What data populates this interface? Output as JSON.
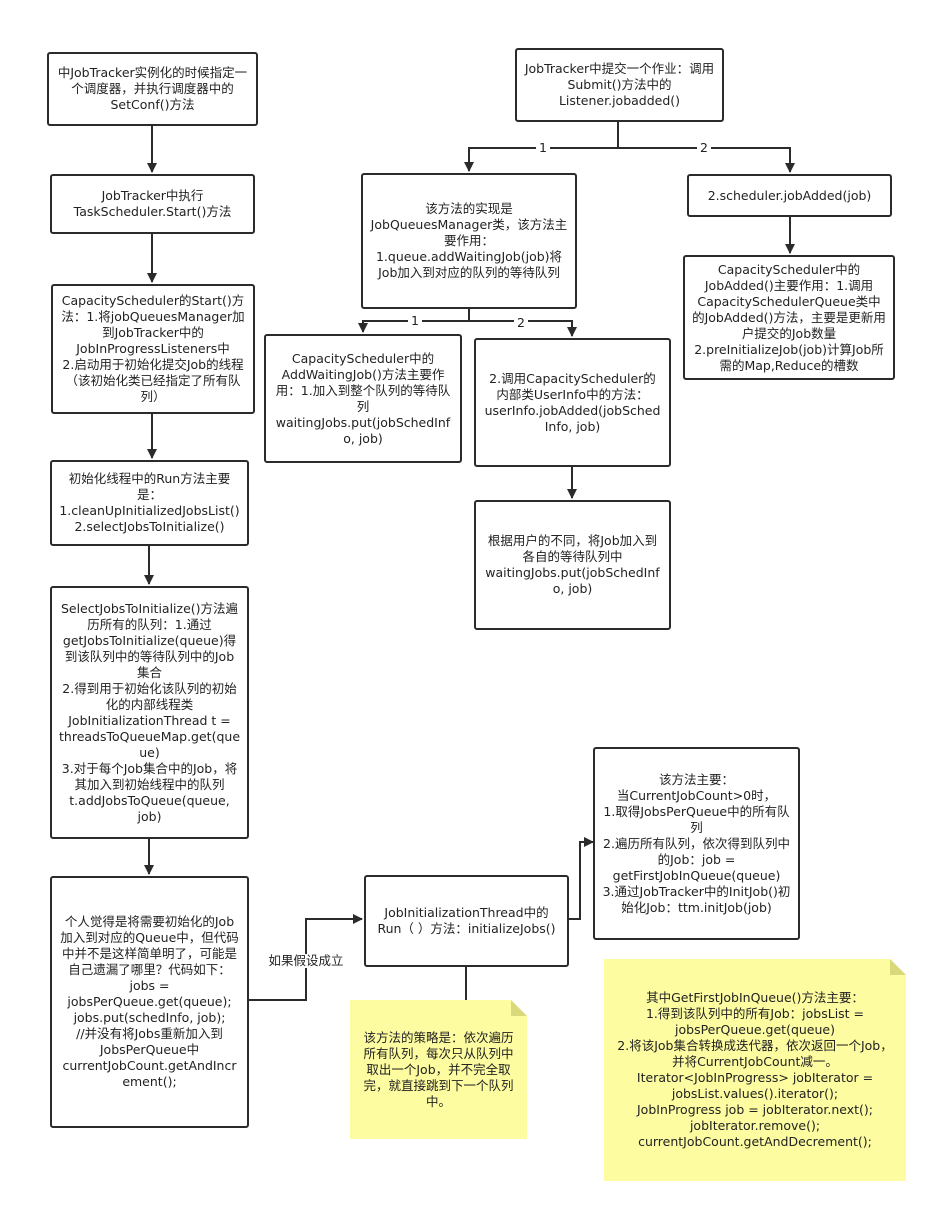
{
  "nodes": {
    "init_scheduler": "中JobTracker实例化的时候指定一个调度器，并执行调度器中的SetConf()方法",
    "task_scheduler_start": "JobTracker中执行TaskScheduler.Start()方法",
    "capacity_start": "CapacityScheduler的Start()方法：1.将jobQueuesManager加到JobTracker中的JobInProgressListeners中\n2.启动用于初始化提交Job的线程（该初始化类已经指定了所有队列）",
    "init_thread_run": "初始化线程中的Run方法主要是：\n1.cleanUpInitializedJobsList()\n2.selectJobsToInitialize()",
    "select_jobs": "SelectJobsToInitialize()方法遍历所有的队列：1.通过getJobsToInitialize(queue)得到该队列中的等待队列中的Job集合\n2.得到用于初始化该队列的初始化的内部线程类JobInitializationThread t = threadsToQueueMap.get(queue)\n3.对于每个Job集合中的Job，将其加入到初始线程中的队列t.addJobsToQueue(queue, job)",
    "personal_note": "个人觉得是将需要初始化的Job加入到对应的Queue中，但代码中并不是这样简单明了，可能是自己遗漏了哪里？代码如下：\njobs = jobsPerQueue.get(queue);\njobs.put(schedInfo, job);\n//并没有将Jobs重新加入到JobsPerQueue中\ncurrentJobCount.getAndIncrement();",
    "job_init_thread": "JobInitializationThread中的Run（ ）方法：initializeJobs()",
    "method_main": "该方法主要：\n当CurrentJobCount>0时，\n1.取得JobsPerQueue中的所有队列\n2.遍历所有队列，依次得到队列中的Job：job = getFirstJobInQueue(queue)\n3.通过JobTracker中的InitJob()初始化Job：ttm.initJob(job)",
    "submit_job": "JobTracker中提交一个作业：调用Submit()方法中的Listener.jobadded()",
    "queues_manager_impl": "该方法的实现是JobQueuesManager类，该方法主要作用：\n1.queue.addWaitingJob(job)将Job加入到对应的队列的等待队列",
    "add_waiting_job": "CapacityScheduler中的AddWaitingJob()方法主要作用：1.加入到整个队列的等待队列\nwaitingJobs.put(jobSchedInfo, job)",
    "user_info_added": "2.调用CapacityScheduler的内部类UserInfo中的方法：userInfo.jobAdded(jobSchedInfo, job)",
    "per_user_queue": "根据用户的不同，将Job加入到各自的等待队列中waitingJobs.put(jobSchedInfo, job)",
    "scheduler_job_added": "2.scheduler.jobAdded(job)",
    "capacity_job_added": "CapacityScheduler中的JobAdded()主要作用：1.调用CapacitySchedulerQueue类中的JobAdded()方法，主要是更新用户提交的Job数量\n2.preInitializeJob(job)计算Job所需的Map,Reduce的槽数"
  },
  "notes": {
    "strategy_note": "该方法的策略是：依次遍历所有队列，每次只从队列中取出一个Job，并不完全取完，就直接跳到下一个队列中。",
    "get_first_job_note": "其中GetFirstJobInQueue()方法主要：\n1.得到该队列中的所有Job：jobsList = jobsPerQueue.get(queue)\n2.将该Job集合转换成迭代器，依次返回一个Job，并将CurrentJobCount减一。\nIterator<JobInProgress> jobIterator = jobsList.values().iterator();\nJobInProgress job = jobIterator.next();\njobIterator.remove();\ncurrentJobCount.getAndDecrement();"
  },
  "edge_labels": {
    "submit_branch_1": "1",
    "submit_branch_2": "2",
    "manager_branch_1": "1",
    "manager_branch_2": "2",
    "assumption_holds": "如果假设成立"
  },
  "colors": {
    "note_fill": "#fdfca0",
    "note_fold": "#d9d87a",
    "border": "#2b2b2b"
  }
}
